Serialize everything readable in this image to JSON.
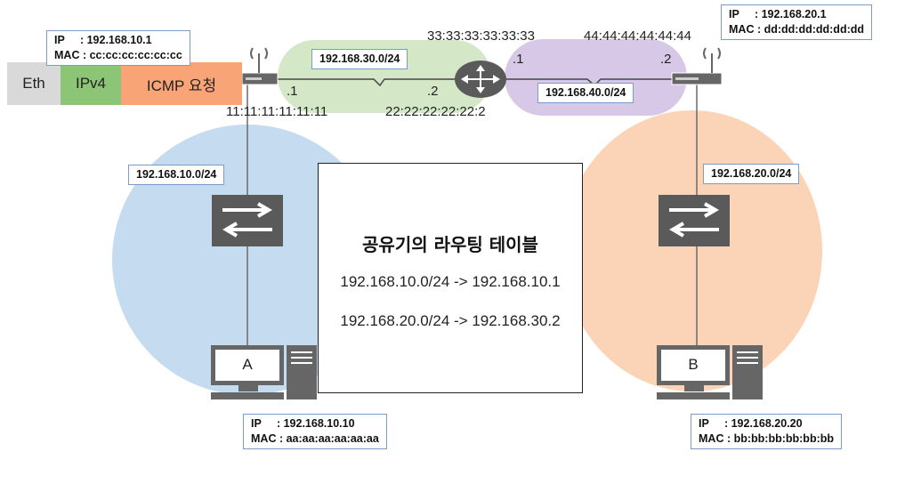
{
  "packet": {
    "eth": "Eth",
    "ipv4": "IPv4",
    "icmp": "ICMP 요청"
  },
  "gateway1": {
    "ip": "IP     : 192.168.10.1",
    "mac": "MAC : cc:cc:cc:cc:cc:cc"
  },
  "gateway2": {
    "ip": "IP     : 192.168.20.1",
    "mac": "MAC : dd:dd:dd:dd:dd:dd"
  },
  "host_a": {
    "label": "A",
    "ip": "IP     : 192.168.10.10",
    "mac": "MAC : aa:aa:aa:aa:aa:aa"
  },
  "host_b": {
    "label": "B",
    "ip": "IP     : 192.168.20.20",
    "mac": "MAC : bb:bb:bb:bb:bb:bb"
  },
  "networks": {
    "net10": "192.168.10.0/24",
    "net20": "192.168.20.0/24",
    "net30": "192.168.30.0/24",
    "net40": "192.168.40.0/24"
  },
  "macs": {
    "r1_wan": "11:11:11:11:11:11",
    "router_left": "22:22:22:22:22:2",
    "router_right": "33:33:33:33:33:33",
    "r2_wan": "44:44:44:44:44:44"
  },
  "ports": {
    "r1_wan": ".1",
    "router_left": ".2",
    "router_right": ".1",
    "r2_wan": ".2"
  },
  "routing_table": {
    "title": "공유기의 라우팅 테이블",
    "rows": [
      "192.168.10.0/24 -> 192.168.10.1",
      "192.168.20.0/24 -> 192.168.30.2"
    ]
  },
  "colors": {
    "lan_a": "#c4dbf0",
    "lan_b": "#fbd4b8",
    "net30": "#cfe6c2",
    "net40": "#d3c2e6",
    "eth": "#d9d9d9",
    "ipv4": "#8cc576",
    "icmp": "#f8a477",
    "device": "#5a5a5a"
  }
}
